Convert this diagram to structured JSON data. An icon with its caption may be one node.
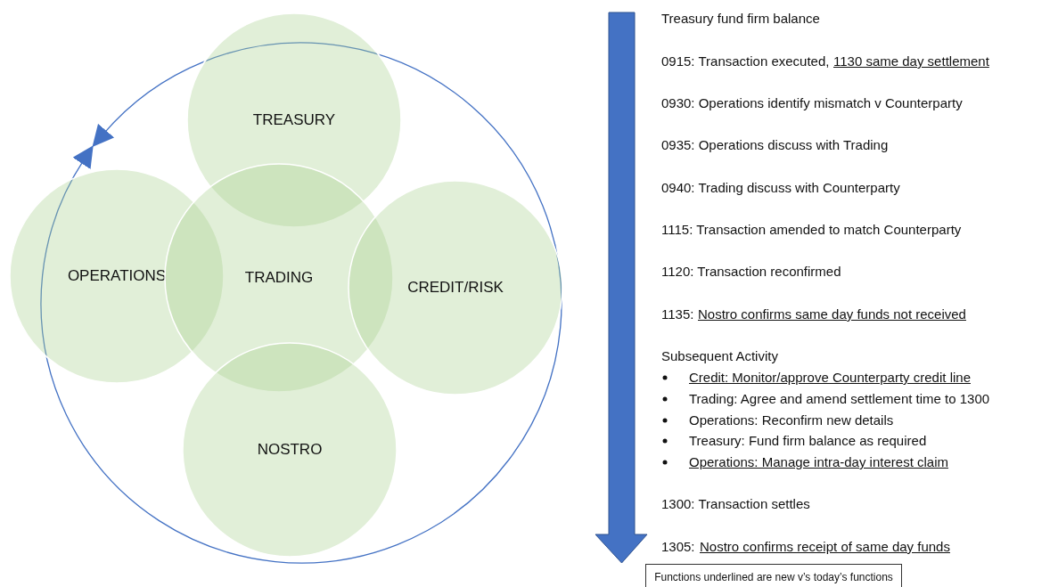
{
  "diagram": {
    "nodes": [
      {
        "text": [
          "TREASURY"
        ]
      },
      {
        "text": [
          "OPERATIONS"
        ]
      },
      {
        "text": [
          "TRADING"
        ]
      },
      {
        "text": [
          "CREDIT/RISK"
        ]
      },
      {
        "text": [
          "NOSTRO"
        ]
      },
      {
        "text": [
          "Functions underlined are new v’s today’s functions"
        ]
      }
    ],
    "edges": [],
    "labels": [
      "Treasury fund firm balance",
      "0915: Transaction executed,",
      "1130 same day settlement",
      "0930: Operations identify mismatch v Counterparty",
      "0935: Operations discuss with Trading",
      "0940: Trading discuss with Counterparty",
      "1115: Transaction amended to match Counterparty",
      "1120: Transaction reconfirmed",
      "1135:",
      "Nostro confirms same day funds not received",
      "Subsequent Activity",
      "Credit: Monitor/approve Counterparty credit line",
      "Trading: Agree and amend settlement time to 1300",
      "Operations: Reconfirm new details",
      "Treasury: Fund firm balance as required",
      "Operations: Manage intra-day interest claim",
      "1300: Transaction settles",
      "1305:",
      "Nostro confirms receipt of same day funds"
    ]
  }
}
